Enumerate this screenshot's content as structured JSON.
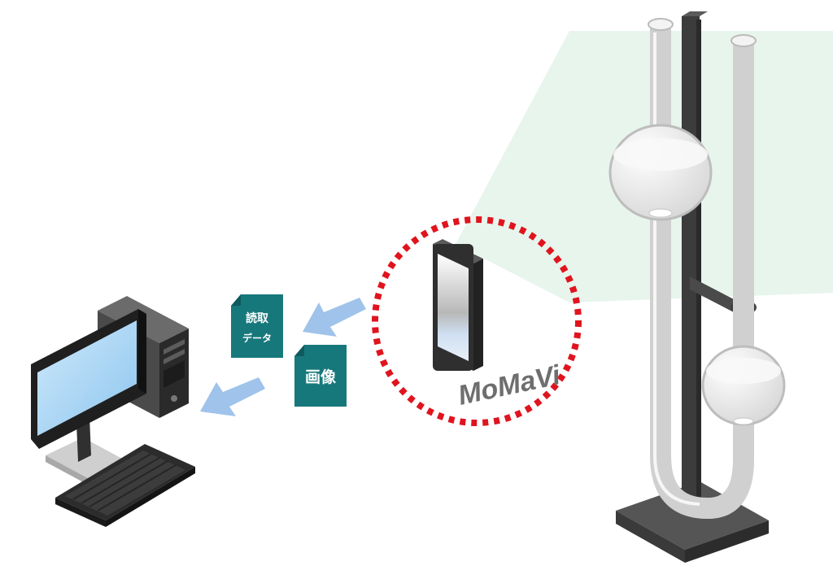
{
  "diagram": {
    "doc_read_data": {
      "line1": "読取",
      "line2": "データ"
    },
    "doc_image": {
      "label": "画像"
    },
    "brand_name": "MoMaVi"
  },
  "colors": {
    "doc_teal": "#17787c",
    "arrow_blue": "#9fc3ea",
    "dotted_red": "#e0141e",
    "beam_green": "#e3f3ea",
    "stand_dark": "#3e3e3e",
    "glass": "#e6e6e6",
    "monitor_screen": "#a8d4f2"
  },
  "icons": [
    "desktop-computer-icon",
    "keyboard-icon",
    "smartphone-icon",
    "u-tube-apparatus-icon",
    "arrow-icon"
  ]
}
